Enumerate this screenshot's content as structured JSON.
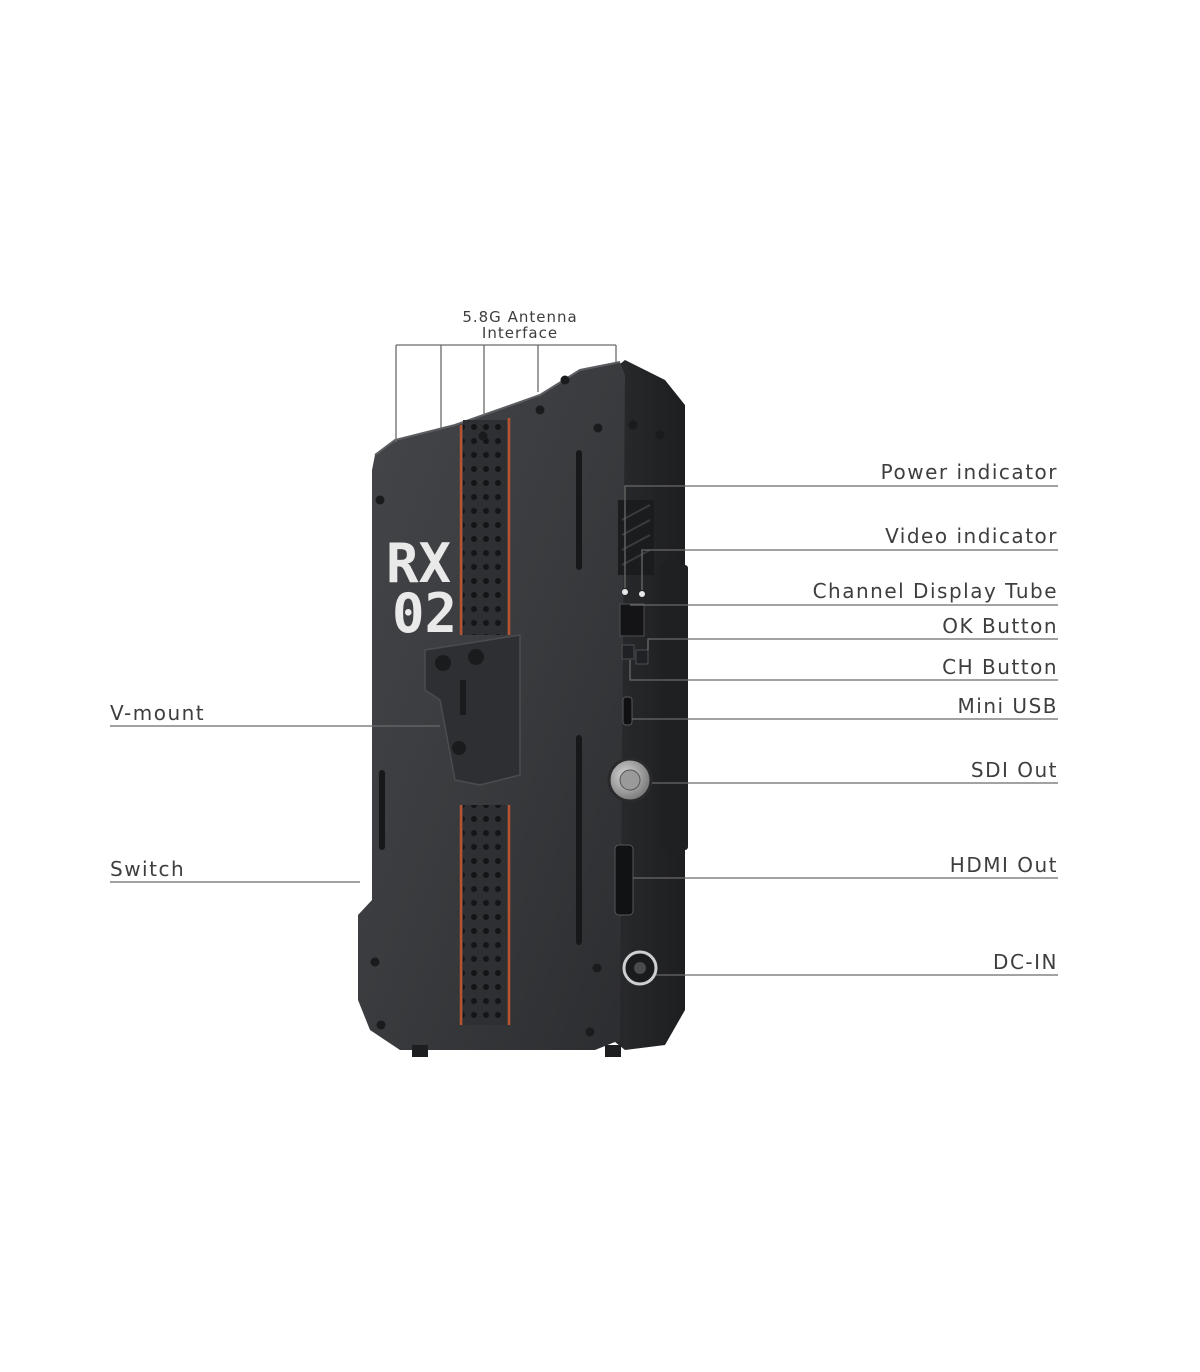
{
  "device": {
    "logo_line1": "RX",
    "logo_line2": "02"
  },
  "labels": {
    "antenna_line1": "5.8G Antenna",
    "antenna_line2": "Interface",
    "power_indicator": "Power indicator",
    "video_indicator": "Video indicator",
    "channel_display_tube": "Channel Display Tube",
    "ok_button": "OK Button",
    "ch_button": "CH Button",
    "mini_usb": "Mini USB",
    "sdi_out": "SDI Out",
    "hdmi_out": "HDMI Out",
    "dc_in": "DC-IN",
    "v_mount": "V-mount",
    "switch": "Switch"
  },
  "colors": {
    "body": "#3b3d40",
    "body_dark": "#2a2b2e",
    "side": "#232427",
    "accent": "#b5542e",
    "leader": "#6a6a6a"
  }
}
